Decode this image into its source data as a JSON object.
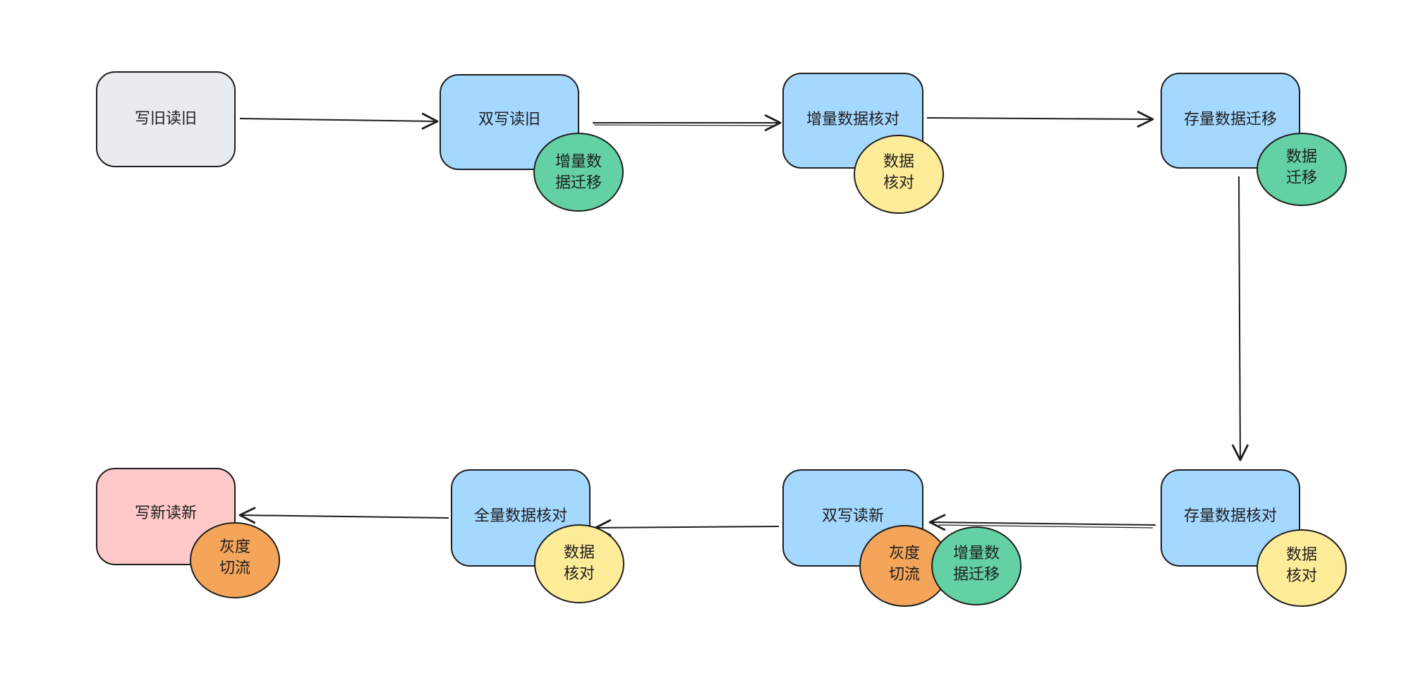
{
  "colors": {
    "stroke": "#1e1e1e",
    "gray_box": "#e9ecef",
    "blue_box": "#a5d8ff",
    "pink_box": "#ffc9c9",
    "green_badge": "#63d1a3",
    "yellow_badge": "#ffec99",
    "orange_badge": "#f4a55a"
  },
  "steps": [
    {
      "label": "写旧读旧"
    },
    {
      "label": "双写读旧",
      "badges": [
        {
          "line1": "增量数",
          "line2": "据迁移"
        }
      ]
    },
    {
      "label": "增量数据核对",
      "badges": [
        {
          "line1": "数据",
          "line2": "核对"
        }
      ]
    },
    {
      "label": "存量数据迁移",
      "badges": [
        {
          "line1": "数据",
          "line2": "迁移"
        }
      ]
    },
    {
      "label": "存量数据核对",
      "badges": [
        {
          "line1": "数据",
          "line2": "核对"
        }
      ]
    },
    {
      "label": "双写读新",
      "badges": [
        {
          "line1": "灰度",
          "line2": "切流"
        },
        {
          "line1": "增量数",
          "line2": "据迁移"
        }
      ]
    },
    {
      "label": "全量数据核对",
      "badges": [
        {
          "line1": "数据",
          "line2": "核对"
        }
      ]
    },
    {
      "label": "写新读新",
      "badges": [
        {
          "line1": "灰度",
          "line2": "切流"
        }
      ]
    }
  ]
}
